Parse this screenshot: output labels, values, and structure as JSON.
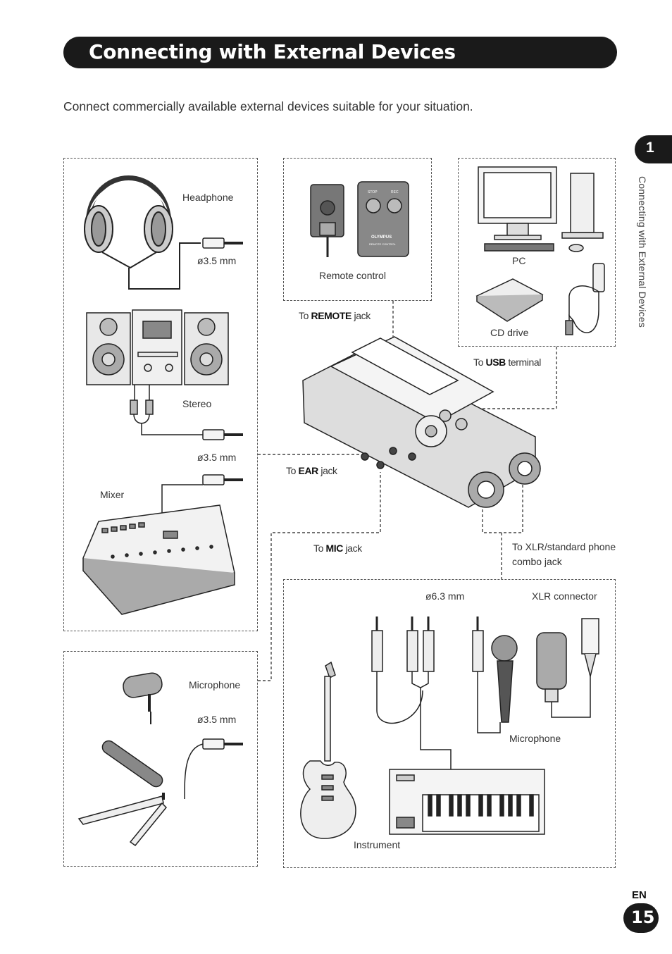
{
  "header": {
    "title": "Connecting with External Devices"
  },
  "intro": "Connect commercially available external devices suitable for your situation.",
  "side": {
    "chapter": "1",
    "section": "Connecting with External Devices"
  },
  "footer": {
    "lang": "EN",
    "page": "15"
  },
  "labels": {
    "headphone": "Headphone",
    "d35_1": "ø3.5 mm",
    "stereo": "Stereo",
    "d35_2": "ø3.5 mm",
    "mixer": "Mixer",
    "microphone_left": "Microphone",
    "d35_3": "ø3.5 mm",
    "remote_control": "Remote control",
    "pc": "PC",
    "cd_drive": "CD drive",
    "d63": "ø6.3 mm",
    "xlr_connector": "XLR connector",
    "microphone_right": "Microphone",
    "instrument": "Instrument",
    "xlr_combo": "To XLR/standard phone",
    "xlr_combo2": "combo jack"
  },
  "jacks": {
    "to": "To",
    "remote": "REMOTE",
    "remote_suffix": "jack",
    "usb": "USB",
    "usb_suffix": "terminal",
    "ear": "EAR",
    "ear_suffix": "jack",
    "mic": "MIC",
    "mic_suffix": "jack"
  },
  "device_text": {
    "remote_stop": "STOP",
    "remote_rec": "REC",
    "remote_brand": "OLYMPUS",
    "remote_name": "REMOTE CONTROL"
  }
}
